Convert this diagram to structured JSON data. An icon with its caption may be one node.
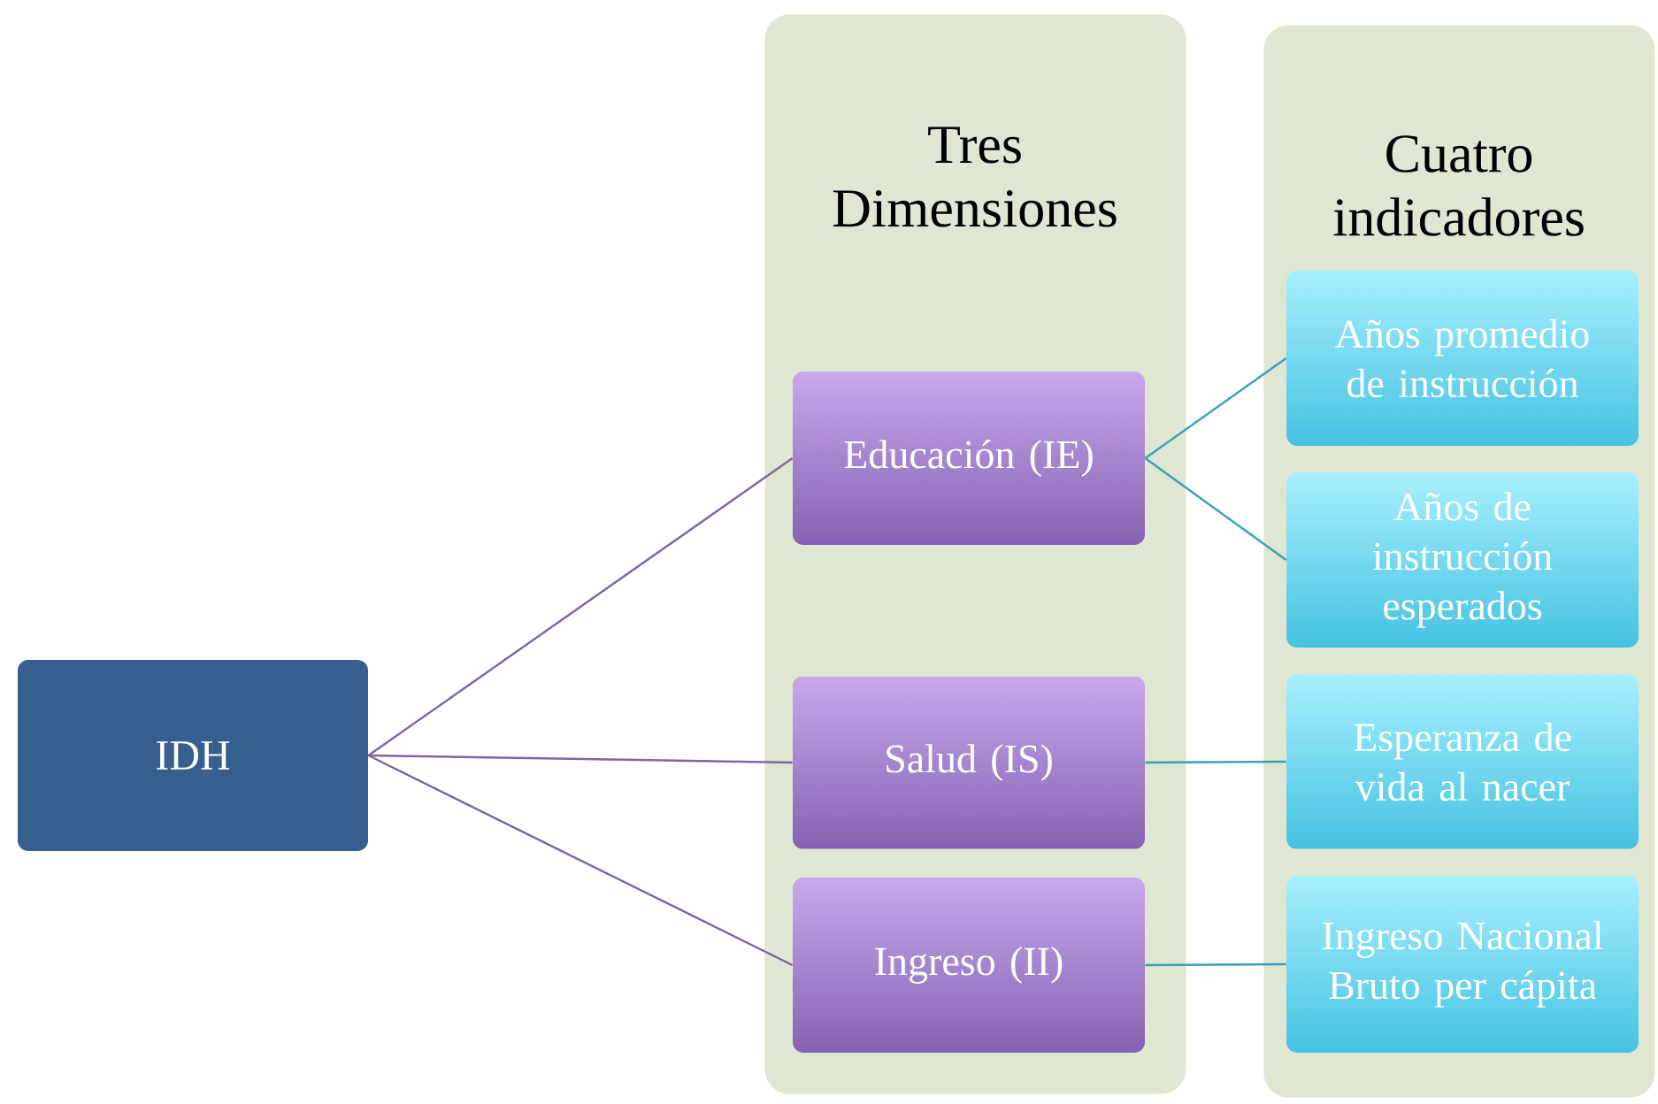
{
  "diagram": {
    "nodes": [
      {
        "text": [
          "IDH"
        ]
      },
      {
        "text": [
          "Tres Dimensiones"
        ]
      },
      {
        "text": [
          "Cuatro indicadores"
        ]
      },
      {
        "text": [
          "Educación (IE)"
        ],
        "in": 1
      },
      {
        "text": [
          "Salud (IS)"
        ],
        "in": 1
      },
      {
        "text": [
          "Ingreso (II)"
        ],
        "in": 1
      },
      {
        "text": [
          "Años promedio de instrucción"
        ],
        "in": 2
      },
      {
        "text": [
          "Años de instrucción esperados"
        ],
        "in": 2
      },
      {
        "text": [
          "Esperanza de vida al nacer"
        ],
        "in": 2
      },
      {
        "text": [
          "Ingreso Nacional Bruto per cápita"
        ],
        "in": 2
      }
    ],
    "edges": [
      {
        "from": 0,
        "to": 3,
        "arrow": "none",
        "color": "#8064a2"
      },
      {
        "from": 0,
        "to": 4,
        "arrow": "none",
        "color": "#8064a2"
      },
      {
        "from": 0,
        "to": 5,
        "arrow": "none",
        "color": "#8064a2"
      },
      {
        "from": 3,
        "to": 6,
        "arrow": "none"
      },
      {
        "from": 3,
        "to": 7,
        "arrow": "none"
      },
      {
        "from": 4,
        "to": 8,
        "arrow": "none"
      },
      {
        "from": 5,
        "to": 9,
        "arrow": "none"
      }
    ]
  }
}
